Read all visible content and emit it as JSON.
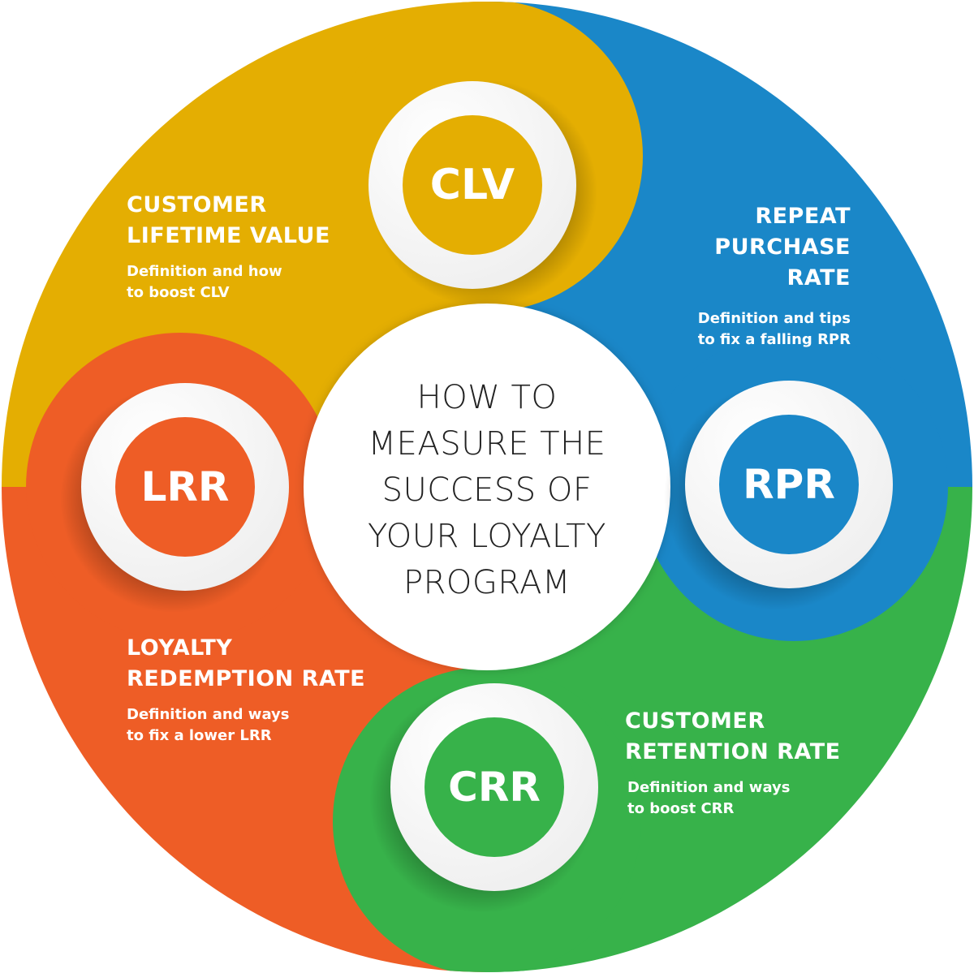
{
  "title": {
    "lines": [
      "HOW TO",
      "MEASURE THE",
      "SUCCESS OF",
      "YOUR LOYALTY",
      "PROGRAM"
    ]
  },
  "colors": {
    "gold": "#E4AE02",
    "blue": "#1A87C8",
    "green": "#37B24A",
    "orange": "#EE5D26",
    "ring": "#FFFFFF",
    "center_text": "#222222"
  },
  "metrics": [
    {
      "id": "clv",
      "abbr": "CLV",
      "title": "CUSTOMER\nLIFETIME VALUE",
      "description": "Definition and how\nto boost CLV",
      "color_key": "gold"
    },
    {
      "id": "rpr",
      "abbr": "RPR",
      "title": "REPEAT\nPURCHASE\nRATE",
      "description": "Definition and tips\nto fix a falling RPR",
      "color_key": "blue"
    },
    {
      "id": "crr",
      "abbr": "CRR",
      "title": "CUSTOMER\nRETENTION RATE",
      "description": "Definition and ways\nto boost CRR",
      "color_key": "green"
    },
    {
      "id": "lrr",
      "abbr": "LRR",
      "title": "LOYALTY\nREDEMPTION RATE",
      "description": "Definition and ways\nto fix a lower LRR",
      "color_key": "orange"
    }
  ]
}
